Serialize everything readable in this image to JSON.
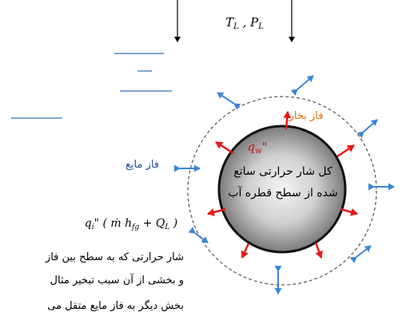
{
  "labels": {
    "ambient_conditions": "T_L , P_L",
    "vapor_phase": "فاز بخار",
    "liquid_phase": "فاز مایع",
    "droplet_heat_flux_symbol": "q_w\"",
    "droplet_heat_flux_line1": "کل شار حرارتی ساتع",
    "droplet_heat_flux_line2": "شده از سطح قطره آب",
    "interface_flux_formula": "q_i\" ( ṁ h_fg + Q_L )",
    "interface_text_line1": "شار حرارتی که به سطح بین فاز",
    "interface_text_line2": "و بخشی از آن سبب تبخیر مثال",
    "interface_text_line3": "بخش دیگر به فاز مایع متقل می"
  },
  "colors": {
    "vapor_label": "#e07000",
    "liquid_label": "#1f4e9c",
    "heat_flux_symbol": "#d01010",
    "outward_arrows": "#3a86d8",
    "surface_arrows": "#e81818",
    "dashes": "#7fa6d8",
    "text": "#000000"
  }
}
